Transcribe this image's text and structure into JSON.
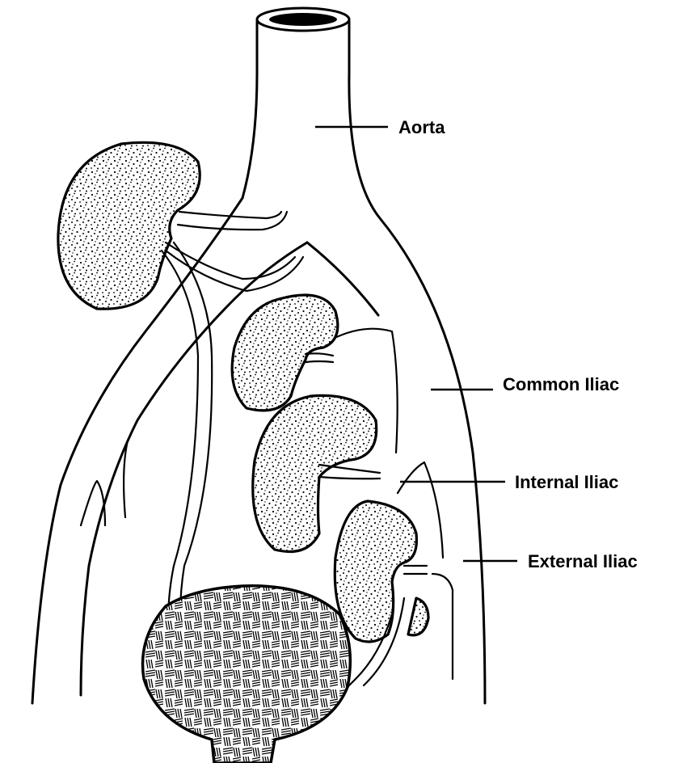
{
  "labels": {
    "aorta": "Aorta",
    "common_iliac": "Common Iliac",
    "internal_iliac": "Internal Iliac",
    "external_iliac": "External Iliac"
  }
}
